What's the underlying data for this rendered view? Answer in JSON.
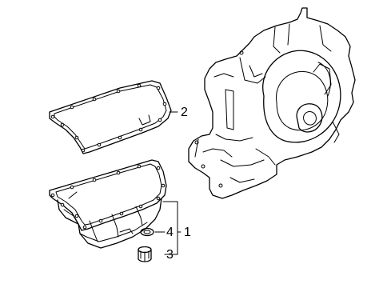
{
  "diagram": {
    "callouts": {
      "gasket": "2",
      "oil_pan": "1",
      "drain_washer": "4",
      "drain_plug": "3"
    }
  }
}
